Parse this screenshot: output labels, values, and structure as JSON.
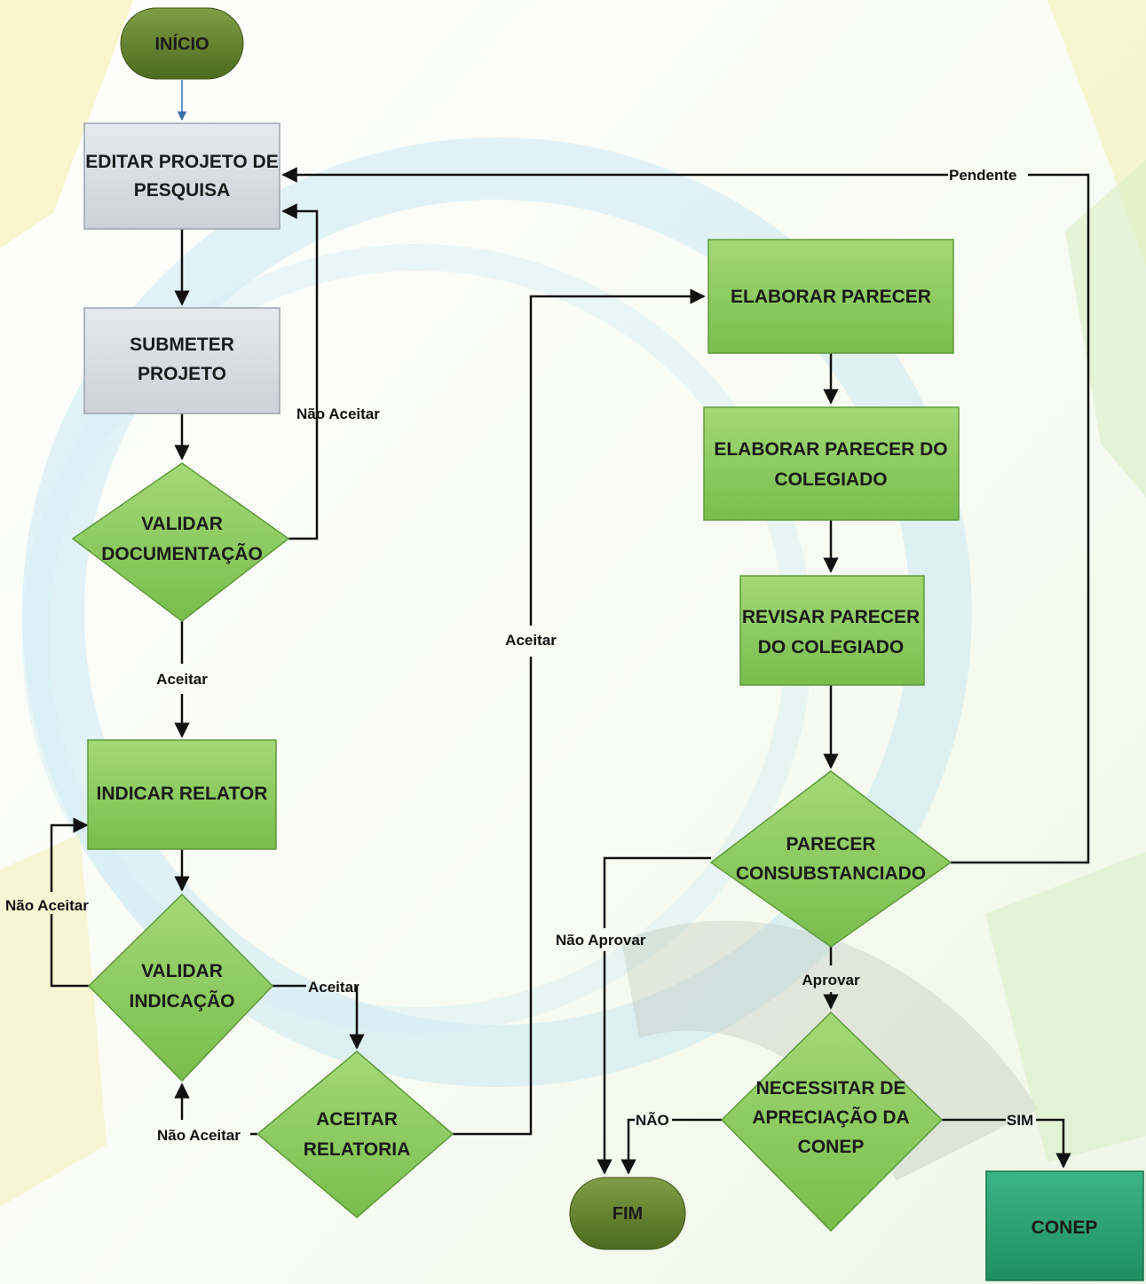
{
  "colors": {
    "gray_box": "#d9dde2",
    "green_box": "#8fcf60",
    "green_box_dark": "#6fb344",
    "terminator": "#5f7f2a",
    "conep_box": "#2aa271"
  },
  "nodes": {
    "inicio": "INÍCIO",
    "editar_1": "EDITAR PROJETO DE",
    "editar_2": "PESQUISA",
    "submeter_1": "SUBMETER",
    "submeter_2": "PROJETO",
    "validar_doc_1": "VALIDAR",
    "validar_doc_2": "DOCUMENTAÇÃO",
    "indicar": "INDICAR RELATOR",
    "validar_ind_1": "VALIDAR",
    "validar_ind_2": "INDICAÇÃO",
    "aceitar_rel_1": "ACEITAR",
    "aceitar_rel_2": "RELATORIA",
    "elaborar": "ELABORAR PARECER",
    "colegiado_1": "ELABORAR PARECER DO",
    "colegiado_2": "COLEGIADO",
    "revisar_1": "REVISAR PARECER",
    "revisar_2": "DO COLEGIADO",
    "parecer_1": "PARECER",
    "parecer_2": "CONSUBSTANCIADO",
    "necessitar_1": "NECESSITAR DE",
    "necessitar_2": "APRECIAÇÃO DA",
    "necessitar_3": "CONEP",
    "fim": "FIM",
    "conep": "CONEP"
  },
  "edges": {
    "pendente": "Pendente",
    "nao_aceitar_doc": "Não Aceitar",
    "aceitar_doc": "Aceitar",
    "nao_aceitar_ind": "Não Aceitar",
    "aceitar_ind": "Aceitar",
    "nao_aceitar_rel": "Não Aceitar",
    "aceitar_rel": "Aceitar",
    "nao_aprovar": "Não Aprovar",
    "aprovar": "Aprovar",
    "nao": "NÃO",
    "sim": "SIM"
  }
}
